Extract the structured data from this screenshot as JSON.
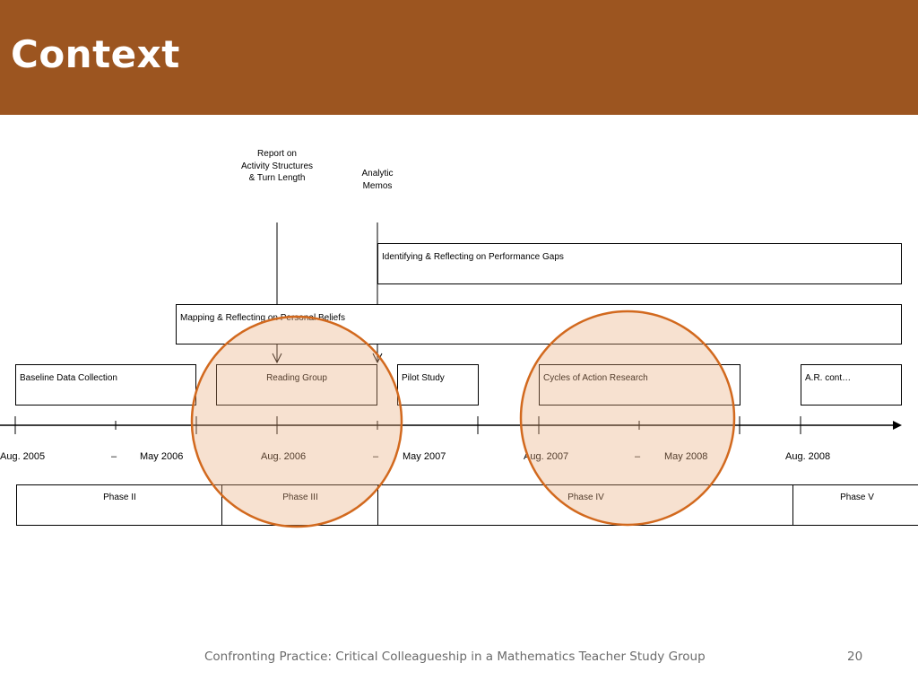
{
  "slide": {
    "title": "Context",
    "header_color": "#9c5520",
    "highlight_color": "#d2691e",
    "footer": "Confronting Practice: Critical Colleagueship in a Mathematics Teacher Study Group",
    "page_number": "20"
  },
  "annotations": {
    "report": [
      "Report on",
      "Activity Structures",
      "& Turn Length"
    ],
    "memos": [
      "Analytic",
      "Memos"
    ]
  },
  "bars": {
    "performance_gaps": "Identifying & Reflecting on Performance Gaps",
    "personal_beliefs": "Mapping & Reflecting on Personal Beliefs"
  },
  "activities": {
    "baseline": "Baseline Data Collection",
    "reading_group": "Reading  Group",
    "pilot_study": "Pilot Study",
    "cycles": "Cycles of Action Research",
    "ar_cont": "A.R. cont…"
  },
  "timeline": {
    "dates": [
      "Aug. 2005",
      "May 2006",
      "Aug. 2006",
      "May 2007",
      "Aug. 2007",
      "May 2008",
      "Aug. 2008"
    ],
    "separator": "–"
  },
  "phases": [
    "Phase II",
    "Phase III",
    "Phase IV",
    "Phase V"
  ]
}
